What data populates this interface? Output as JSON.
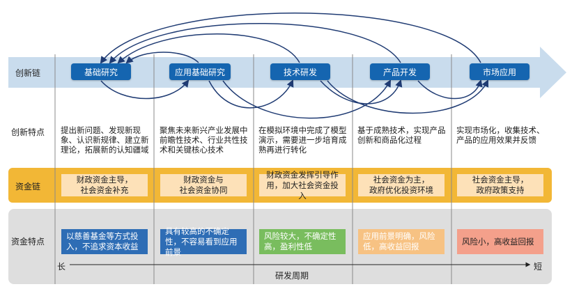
{
  "row_labels": {
    "innovation_chain": "创新链",
    "innovation_features": "创新特点",
    "funding_chain": "资金链",
    "funding_features": "资金特点"
  },
  "stages": [
    "基础研究",
    "应用基础研究",
    "技术研发",
    "产品开发",
    "市场应用"
  ],
  "innovation_features": [
    "提出新问题、发现新现象、认识新规律、建立新理论，拓展新的认知疆域",
    "聚焦未来新兴产业发展中前瞻性技术、行业共性技术和关键核心技术",
    "在模拟环境中完成了模型演示，需要进一步培育成熟再进行转化",
    "基于成熟技术，实现产品创新和商品化过程",
    "实现市场化，收集技术、产品的应用效果并反馈"
  ],
  "funding_chain": [
    "财政资金主导，\n社会资金补充",
    "财政资金与\n社会资金协同",
    "财政资金发挥引导作用，加大社会资金投入",
    "社会资金为主，\n政府优化投资环境",
    "社会资金主导，\n政府政策支持"
  ],
  "funding_features": [
    "以慈善基金等方式投入，不追求资本收益",
    "具有较高的不确定性，不容易看到应用前景",
    "风险较大，不确定性高，盈利性低",
    "应用前景明确，风险低，高收益回报",
    "风险小，高收益回报"
  ],
  "axis": {
    "left": "长",
    "right": "短",
    "label": "研发周期"
  },
  "colors": {
    "arrow_band": "#c9dced",
    "stage_box": "#1565b0",
    "funding_band": "#f2b736",
    "funding_box": "#fde1b8",
    "features_band": "#dedede",
    "trait_colors": [
      "#2e6db5",
      "#2e6db5",
      "#79bd5e",
      "#f7c283",
      "#f4a08b"
    ]
  }
}
